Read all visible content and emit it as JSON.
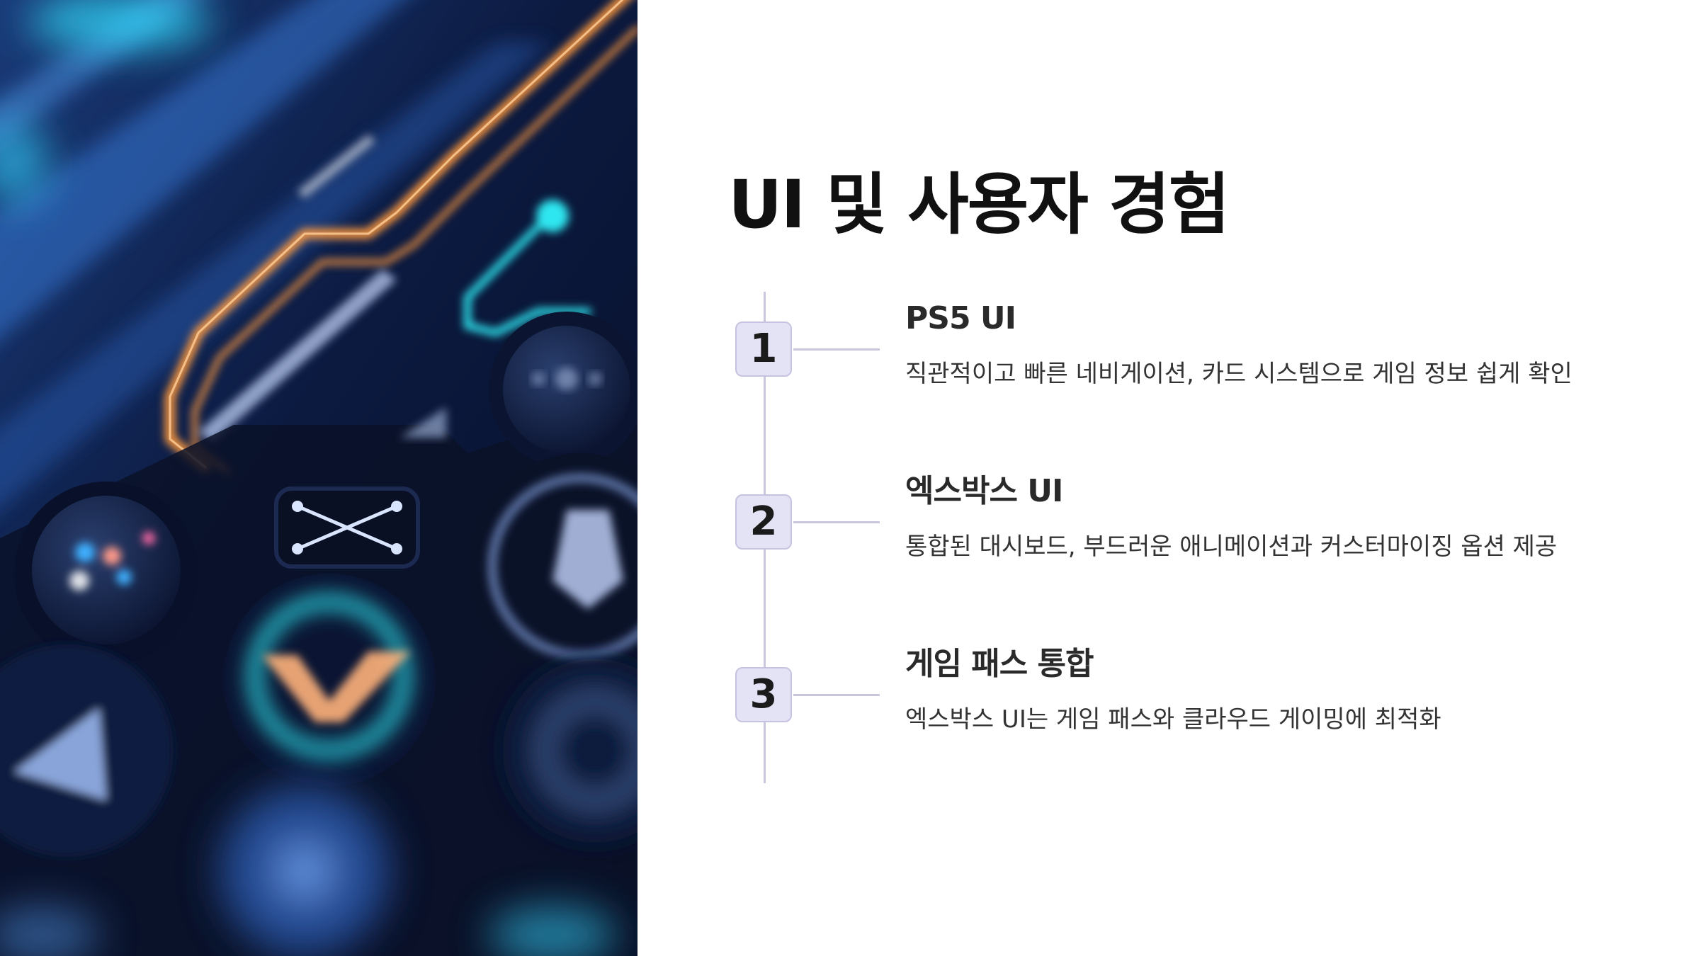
{
  "slide": {
    "title": "UI 및 사용자 경험",
    "steps": [
      {
        "number": "1",
        "title": "PS5 UI",
        "description": "직관적이고 빠른 네비게이션, 카드 시스템으로 게임 정보 쉽게 확인"
      },
      {
        "number": "2",
        "title": "엑스박스 UI",
        "description": "통합된 대시보드, 부드러운 애니메이션과 커스터마이징 옵션 제공"
      },
      {
        "number": "3",
        "title": "게임 패스 통합",
        "description": "엑스박스 UI는 게임 패스와 클라우드 게이밍에 최적화"
      }
    ]
  },
  "illustration": {
    "icon": "game-controller-closeup",
    "colors": {
      "navy": "#0a1430",
      "blue": "#3a7bd5",
      "cyan": "#2ee6f0",
      "orange": "#ff9a3c"
    }
  }
}
